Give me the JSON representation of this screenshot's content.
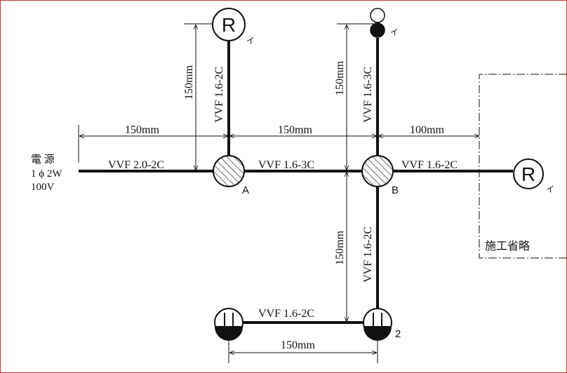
{
  "power_source": {
    "line1": "電 源",
    "line2": "1 ϕ 2W",
    "line3": "100V"
  },
  "wires": {
    "source_to_a": "VVF 2.0-2C",
    "a_to_b": "VVF 1.6-3C",
    "b_to_right": "VVF 1.6-2C",
    "a_to_top": "VVF 1.6-2C",
    "b_to_top": "VVF 1.6-3C",
    "b_to_bottom": "VVF 1.6-2C",
    "bottom_horizontal": "VVF 1.6-2C"
  },
  "dimensions": {
    "left_horizontal": "150mm",
    "middle_horizontal": "150mm",
    "right_horizontal": "100mm",
    "a_vertical": "150mm",
    "b_vertical_top": "150mm",
    "b_vertical_bottom": "150mm",
    "bottom_horizontal": "150mm"
  },
  "devices": {
    "lamp_top_left": "R",
    "lamp_right": "R",
    "symbol_i": "イ",
    "box_a": "A",
    "box_b": "B",
    "outlet_label": "2"
  },
  "omitted_area": "施工省略"
}
